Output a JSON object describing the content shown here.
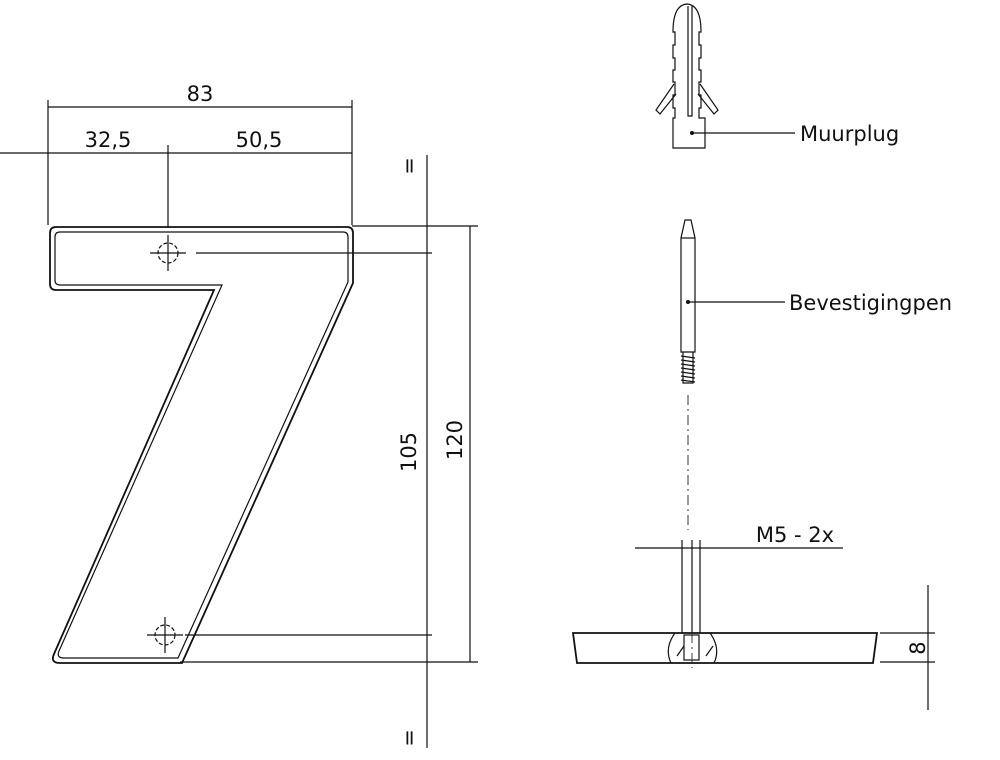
{
  "dimensions": {
    "total_width": "83",
    "left_offset": "32,5",
    "right_offset": "50,5",
    "hole_spacing": "105",
    "total_height": "120",
    "base_thickness": "8",
    "equal_mark_top": "=",
    "equal_mark_bottom": "="
  },
  "labels": {
    "wall_plug": "Muurplug",
    "fixing_pin": "Bevestigingpen",
    "thread": "M5 - 2x"
  }
}
